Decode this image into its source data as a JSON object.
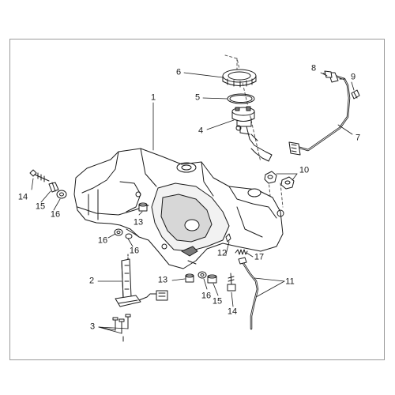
{
  "diagram": {
    "colors": {
      "line": "#1b1b1b",
      "shade": "#c9c9c9",
      "dark": "#7a7a7a",
      "frame": "#9a9a9a"
    },
    "callouts": {
      "c1": "1",
      "c2": "2",
      "c3": "3",
      "c4": "4",
      "c5": "5",
      "c6": "6",
      "c7": "7",
      "c8": "8",
      "c9": "9",
      "c10": "10",
      "c11": "11",
      "c12": "12",
      "c13a": "13",
      "c13b": "13",
      "c14a": "14",
      "c14b": "14",
      "c15a": "15",
      "c15b": "15",
      "c16a": "16",
      "c16b": "16",
      "c16c": "16",
      "c17": "17"
    }
  }
}
